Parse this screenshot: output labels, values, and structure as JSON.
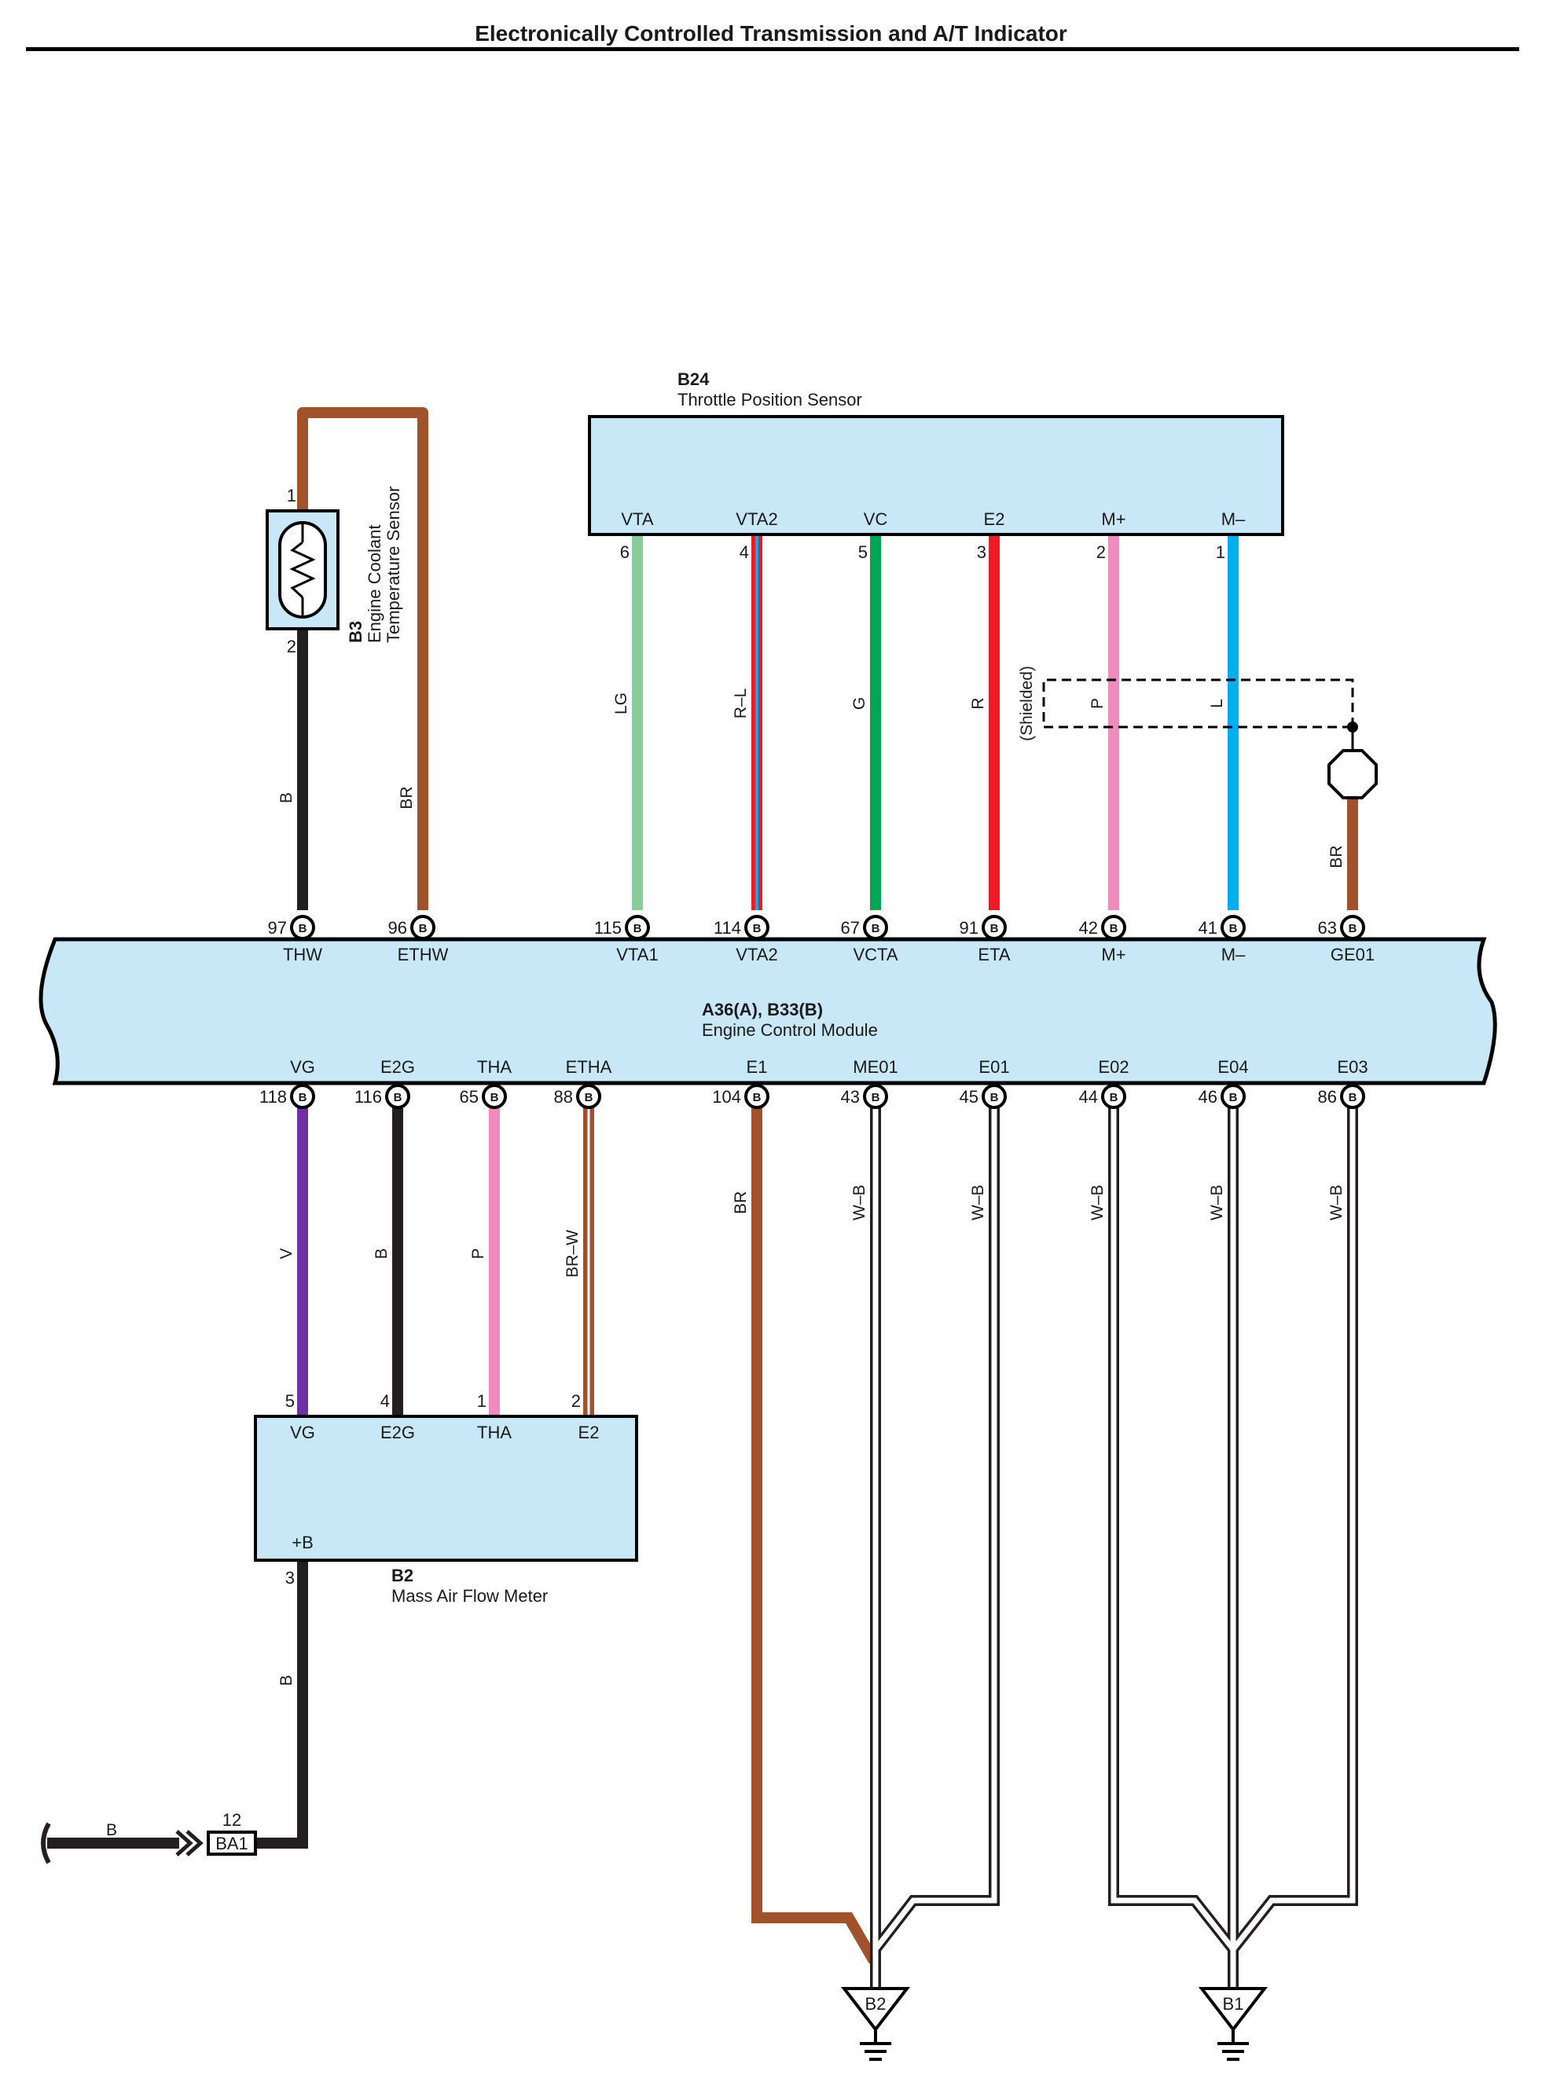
{
  "page": {
    "title": "Electronically Controlled Transmission and A/T Indicator"
  },
  "colors": {
    "box_fill": "#c8e8f8",
    "black": "#231f20",
    "brown": "#a0522d",
    "light_green": "#88cc99",
    "green": "#00a651",
    "red": "#ed1c24",
    "pink": "#f08bbd",
    "blue": "#00aeef",
    "violet": "#7030a0",
    "white": "#ffffff"
  },
  "tps": {
    "code": "B24",
    "name": "Throttle Position Sensor",
    "terminals": [
      {
        "label": "VTA",
        "pin": "6"
      },
      {
        "label": "VTA2",
        "pin": "4"
      },
      {
        "label": "VC",
        "pin": "5"
      },
      {
        "label": "E2",
        "pin": "3"
      },
      {
        "label": "M+",
        "pin": "2"
      },
      {
        "label": "M–",
        "pin": "1"
      }
    ]
  },
  "ect": {
    "code": "B3",
    "name_line1": "Engine Coolant",
    "name_line2": "Temperature Sensor",
    "pin_top": "1",
    "pin_bottom": "2"
  },
  "shielded_label": "(Shielded)",
  "ecm": {
    "code": "A36(A), B33(B)",
    "name": "Engine Control Module",
    "top_terminals": [
      {
        "label": "THW",
        "pin": "97",
        "conn": "B"
      },
      {
        "label": "ETHW",
        "pin": "96",
        "conn": "B"
      },
      {
        "label": "VTA1",
        "pin": "115",
        "conn": "B"
      },
      {
        "label": "VTA2",
        "pin": "114",
        "conn": "B"
      },
      {
        "label": "VCTA",
        "pin": "67",
        "conn": "B"
      },
      {
        "label": "ETA",
        "pin": "91",
        "conn": "B"
      },
      {
        "label": "M+",
        "pin": "42",
        "conn": "B"
      },
      {
        "label": "M–",
        "pin": "41",
        "conn": "B"
      },
      {
        "label": "GE01",
        "pin": "63",
        "conn": "B"
      }
    ],
    "bottom_terminals": [
      {
        "label": "VG",
        "pin": "118",
        "conn": "B"
      },
      {
        "label": "E2G",
        "pin": "116",
        "conn": "B"
      },
      {
        "label": "THA",
        "pin": "65",
        "conn": "B"
      },
      {
        "label": "ETHA",
        "pin": "88",
        "conn": "B"
      },
      {
        "label": "E1",
        "pin": "104",
        "conn": "B"
      },
      {
        "label": "ME01",
        "pin": "43",
        "conn": "B"
      },
      {
        "label": "E01",
        "pin": "45",
        "conn": "B"
      },
      {
        "label": "E02",
        "pin": "44",
        "conn": "B"
      },
      {
        "label": "E04",
        "pin": "46",
        "conn": "B"
      },
      {
        "label": "E03",
        "pin": "86",
        "conn": "B"
      }
    ]
  },
  "maf": {
    "code": "B2",
    "name": "Mass Air Flow Meter",
    "terminals": [
      {
        "label": "VG",
        "pin": "5"
      },
      {
        "label": "E2G",
        "pin": "4"
      },
      {
        "label": "THA",
        "pin": "1"
      },
      {
        "label": "E2",
        "pin": "2"
      }
    ],
    "power_terminal": {
      "label": "+B",
      "pin": "3"
    }
  },
  "wire_labels": {
    "thw": "B",
    "ethw": "BR",
    "vta": "LG",
    "vta2": "R–L",
    "vc": "G",
    "e2": "R",
    "mplus": "P",
    "mminus": "L",
    "ge01": "BR",
    "vg": "V",
    "e2g": "B",
    "tha": "P",
    "etha": "BR–W",
    "e1": "BR",
    "me01": "W–B",
    "e01": "W–B",
    "e02": "W–B",
    "e04": "W–B",
    "e03": "W–B",
    "maf_power": "B",
    "feed": "B"
  },
  "junction": {
    "code": "BA1",
    "pin": "12"
  },
  "grounds": [
    {
      "code": "B2"
    },
    {
      "code": "B1"
    }
  ]
}
